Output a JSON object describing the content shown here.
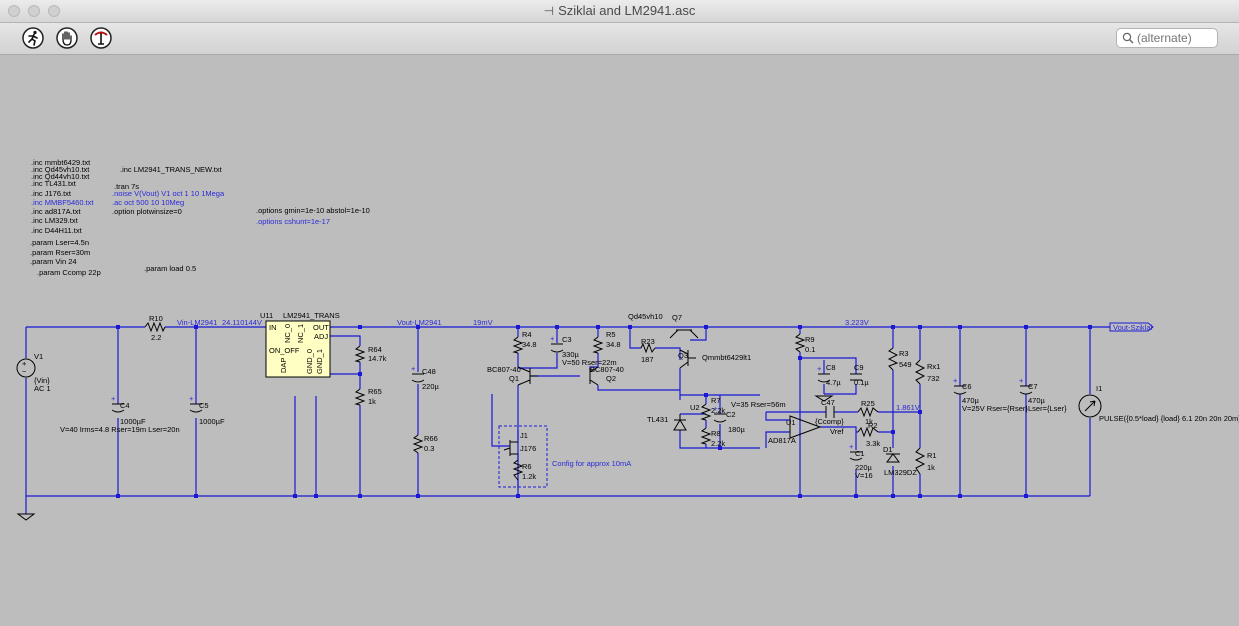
{
  "window": {
    "title": "Sziklai and LM2941.asc"
  },
  "toolbar": {
    "tools": [
      {
        "name": "run-icon"
      },
      {
        "name": "hand-icon"
      },
      {
        "name": "probe-icon"
      }
    ],
    "search_placeholder": "(alternate)"
  },
  "directives": {
    "inc_col1": [
      ".inc mmbt6429.txt",
      ".inc Qd45vh10.txt",
      ".inc Qd44vh10.txt",
      ".inc TL431.txt",
      ".inc J176.txt",
      ".inc MMBF5460.txt",
      ".inc ad817A.txt",
      ".inc LM329.txt",
      ".inc D44H11.txt"
    ],
    "inc_lm2941": ".inc LM2941_TRANS_NEW.txt",
    "tran": ".tran 7s",
    "noise": ".noise V(Vout) V1 oct 1 10 1Mega",
    "ac": ".ac oct 500 10 10Meg",
    "option_plot": ".option plotwinsize=0",
    "options_gmin": ".options gmin=1e-10 abstol=1e-10",
    "options_cshunt": ".options cshunt=1e-17",
    "params": [
      ".param Lser=4.5n",
      ".param Rser=30m",
      ".param Vin 24"
    ],
    "param_ccomp": ".param Ccomp 22p",
    "param_load": ".param load 0.5"
  },
  "schematic": {
    "nets": {
      "vin_lm": "Vin-LM2941",
      "vin_lm_val": "24.110144V",
      "vout_lm": "Vout-LM2941",
      "vout_lm_val": "19mV",
      "rail_val": "3.223V",
      "vout_szik": "Vout-Sziklai",
      "mid_val": "1.861V"
    },
    "v1": {
      "name": "V1",
      "val1": "{Vin}",
      "val2": "AC 1"
    },
    "r10": {
      "name": "R10",
      "val": "2.2"
    },
    "c4": {
      "name": "C4",
      "val": "1000µF"
    },
    "c4_spec": "V=40 Irms=4.8 Rser=19m Lser=20n",
    "c5": {
      "name": "C5",
      "val": "1000µF"
    },
    "u11": {
      "name": "U11",
      "part": "LM2941_TRANS",
      "pins": {
        "in": "IN",
        "nc0": "NC_0",
        "nc1": "NC_1",
        "out": "OUT",
        "adj": "ADJ",
        "onoff": "ON_OFF",
        "dap": "DAP",
        "gnd0": "GND_0",
        "gnd1": "GND_1"
      }
    },
    "r64": {
      "name": "R64",
      "val": "14.7k"
    },
    "r65": {
      "name": "R65",
      "val": "1k"
    },
    "c48": {
      "name": "C48",
      "val": "220µ"
    },
    "r66": {
      "name": "R66",
      "val": "0.3"
    },
    "r4": {
      "name": "R4",
      "val": "34.8"
    },
    "c3": {
      "name": "C3",
      "val": "330µ",
      "spec": "V=50 Rser=22m"
    },
    "r5": {
      "name": "R5",
      "val": "34.8"
    },
    "q1": {
      "name": "Q1",
      "part": "BC807-40"
    },
    "q2": {
      "name": "Q2",
      "part": "BC807-40"
    },
    "j1": {
      "name": "J1",
      "part": "J176"
    },
    "r6": {
      "name": "R6",
      "val": "1.2k"
    },
    "config_note": "Config for approx 10mA",
    "q7": {
      "name": "Q7",
      "part": "Qd45vh10"
    },
    "r23": {
      "name": "R23",
      "val": "187"
    },
    "q3": {
      "name": "Q3",
      "part": "Qmmbt6429lt1"
    },
    "u2": {
      "name": "U2",
      "part": "TL431"
    },
    "r7": {
      "name": "R7",
      "val": "2.2k"
    },
    "r8": {
      "name": "R8",
      "val": "2.2k"
    },
    "c2": {
      "name": "C2",
      "val": "180µ",
      "spec": "V=35 Rser=56m"
    },
    "r9": {
      "name": "R9",
      "val": "0.1"
    },
    "c8": {
      "name": "C8",
      "val": "4.7µ"
    },
    "c9": {
      "name": "C9",
      "val": "0.1µ"
    },
    "c47": {
      "name": "C47",
      "val": "{Ccomp}"
    },
    "r25": {
      "name": "R25",
      "val": "1k"
    },
    "r2": {
      "name": "R2",
      "val": "3.3k"
    },
    "u1": {
      "name": "U1",
      "part": "AD817A"
    },
    "vref": "Vref",
    "c1": {
      "name": "C1",
      "val": "220µ",
      "spec": "V=16"
    },
    "d1": {
      "name": "D1",
      "part": "LM329DZ"
    },
    "r3": {
      "name": "R3",
      "val": "549"
    },
    "rx1": {
      "name": "Rx1",
      "val": "732"
    },
    "r1": {
      "name": "R1",
      "val": "1k"
    },
    "c6": {
      "name": "C6",
      "val": "470µ",
      "spec": "V=25V Rser={Rser}"
    },
    "c7": {
      "name": "C7",
      "val": "470µ",
      "spec": "Lser={Lser}"
    },
    "i1": {
      "name": "I1",
      "val": "PULSE({0.5*load} {load} 6.1 20n 20n 20m)"
    }
  }
}
